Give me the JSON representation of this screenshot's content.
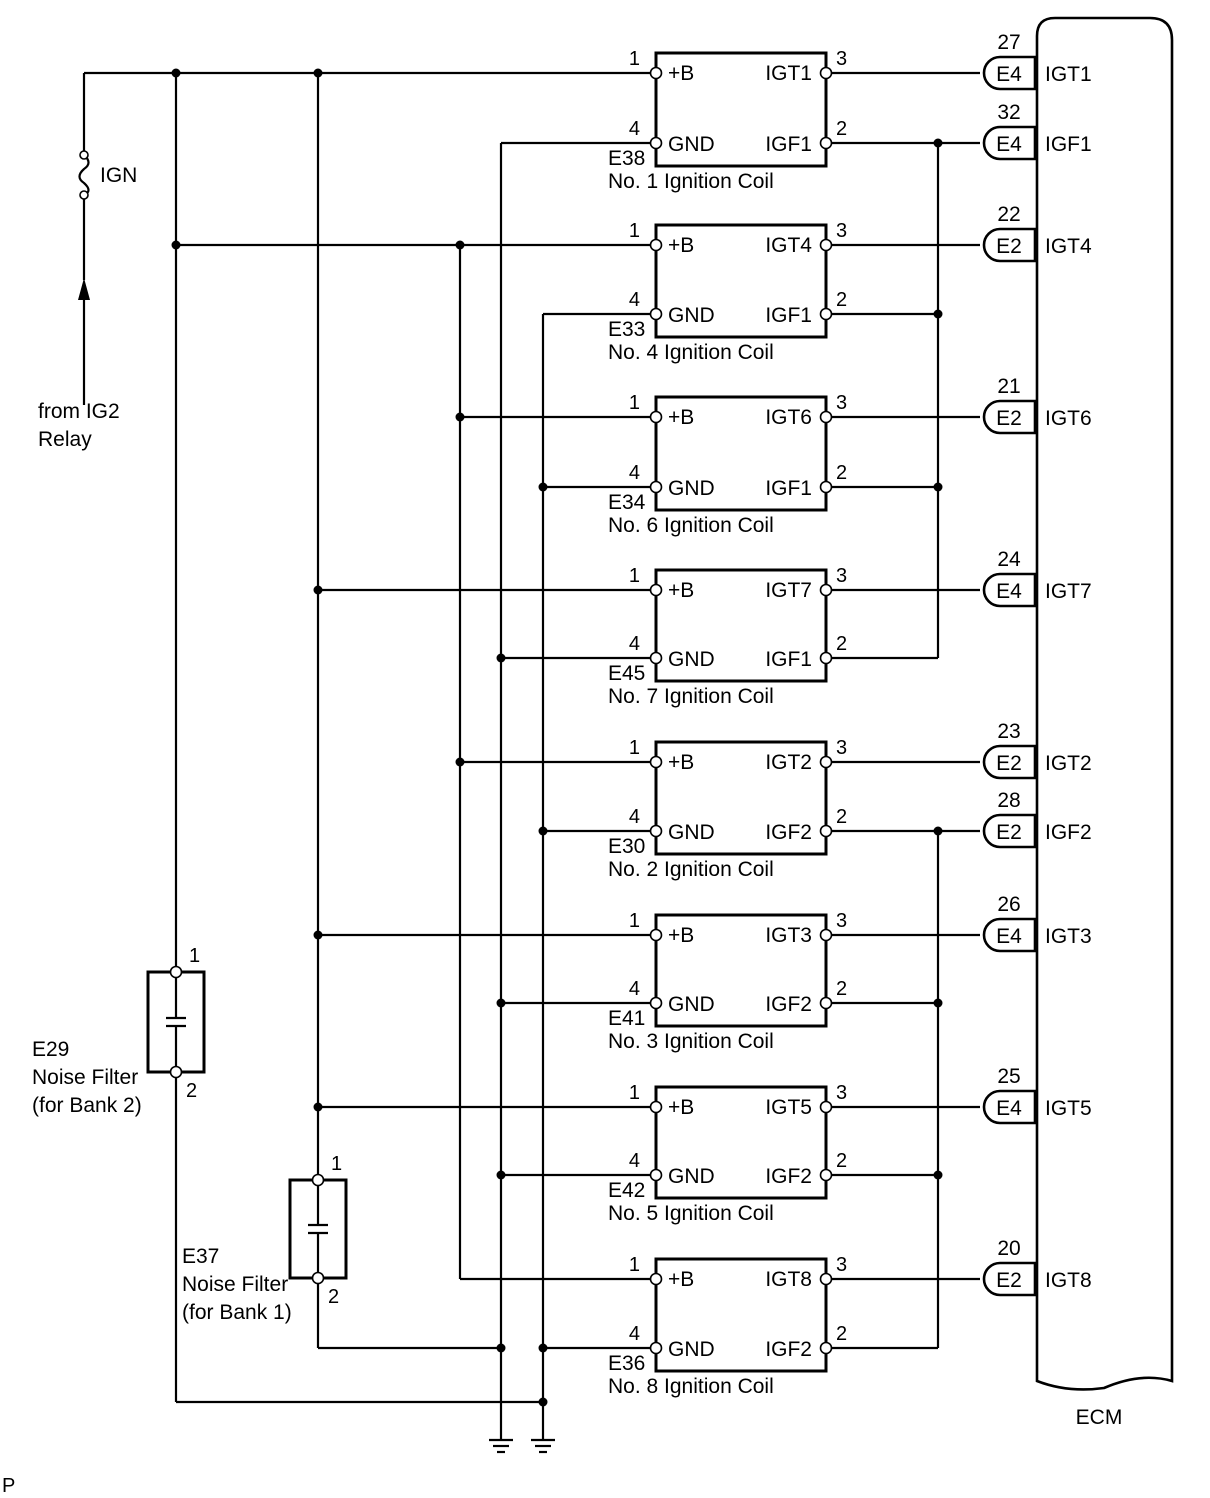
{
  "power": {
    "ign_label": "IGN",
    "source_line1": "from IG2",
    "source_line2": "Relay"
  },
  "ecm": {
    "label": "ECM"
  },
  "pin_labels": {
    "plus_b": "+B",
    "gnd": "GND"
  },
  "coils": [
    {
      "connector": "E38",
      "name": "No. 1 Ignition Coil",
      "igt": "IGT1",
      "igf": "IGF1",
      "pin_b": "1",
      "pin_gnd": "4",
      "pin_igt": "3",
      "pin_igf": "2"
    },
    {
      "connector": "E33",
      "name": "No. 4 Ignition Coil",
      "igt": "IGT4",
      "igf": "IGF1",
      "pin_b": "1",
      "pin_gnd": "4",
      "pin_igt": "3",
      "pin_igf": "2"
    },
    {
      "connector": "E34",
      "name": "No. 6 Ignition Coil",
      "igt": "IGT6",
      "igf": "IGF1",
      "pin_b": "1",
      "pin_gnd": "4",
      "pin_igt": "3",
      "pin_igf": "2"
    },
    {
      "connector": "E45",
      "name": "No. 7 Ignition Coil",
      "igt": "IGT7",
      "igf": "IGF1",
      "pin_b": "1",
      "pin_gnd": "4",
      "pin_igt": "3",
      "pin_igf": "2"
    },
    {
      "connector": "E30",
      "name": "No. 2 Ignition Coil",
      "igt": "IGT2",
      "igf": "IGF2",
      "pin_b": "1",
      "pin_gnd": "4",
      "pin_igt": "3",
      "pin_igf": "2"
    },
    {
      "connector": "E41",
      "name": "No. 3 Ignition Coil",
      "igt": "IGT3",
      "igf": "IGF2",
      "pin_b": "1",
      "pin_gnd": "4",
      "pin_igt": "3",
      "pin_igf": "2"
    },
    {
      "connector": "E42",
      "name": "No. 5 Ignition Coil",
      "igt": "IGT5",
      "igf": "IGF2",
      "pin_b": "1",
      "pin_gnd": "4",
      "pin_igt": "3",
      "pin_igf": "2"
    },
    {
      "connector": "E36",
      "name": "No. 8 Ignition Coil",
      "igt": "IGT8",
      "igf": "IGF2",
      "pin_b": "1",
      "pin_gnd": "4",
      "pin_igt": "3",
      "pin_igf": "2"
    }
  ],
  "ecm_terminals": [
    {
      "num": "27",
      "conn": "E4",
      "signal": "IGT1"
    },
    {
      "num": "32",
      "conn": "E4",
      "signal": "IGF1"
    },
    {
      "num": "22",
      "conn": "E2",
      "signal": "IGT4"
    },
    {
      "num": "21",
      "conn": "E2",
      "signal": "IGT6"
    },
    {
      "num": "24",
      "conn": "E4",
      "signal": "IGT7"
    },
    {
      "num": "23",
      "conn": "E2",
      "signal": "IGT2"
    },
    {
      "num": "28",
      "conn": "E2",
      "signal": "IGF2"
    },
    {
      "num": "26",
      "conn": "E4",
      "signal": "IGT3"
    },
    {
      "num": "25",
      "conn": "E4",
      "signal": "IGT5"
    },
    {
      "num": "20",
      "conn": "E2",
      "signal": "IGT8"
    }
  ],
  "noise_filters": [
    {
      "connector": "E29",
      "name": "Noise Filter",
      "note": "(for Bank 2)",
      "pin1": "1",
      "pin2": "2"
    },
    {
      "connector": "E37",
      "name": "Noise Filter",
      "note": "(for Bank 1)",
      "pin1": "1",
      "pin2": "2"
    }
  ],
  "corner_mark": "P"
}
